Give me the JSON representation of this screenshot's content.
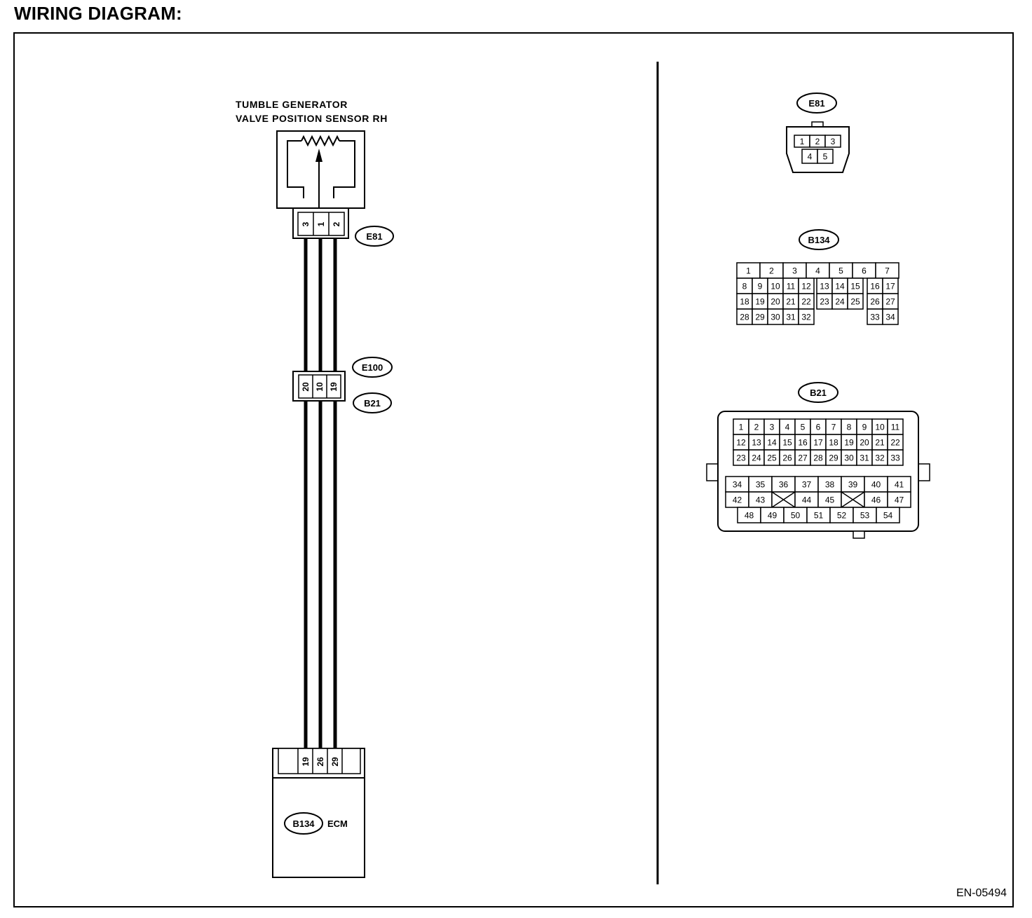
{
  "title": "WIRING DIAGRAM:",
  "figure_id": "EN-05494",
  "sensor": {
    "label_line1": "TUMBLE GENERATOR",
    "label_line2": "VALVE POSITION SENSOR RH",
    "connector": "E81",
    "pins": [
      "3",
      "1",
      "2"
    ]
  },
  "junction": {
    "connector_top": "E100",
    "connector_bottom": "B21",
    "pins": [
      "20",
      "10",
      "19"
    ]
  },
  "ecm": {
    "connector": "B134",
    "label": "ECM",
    "pins": [
      "19",
      "26",
      "29"
    ]
  },
  "e81_face": {
    "tag": "E81",
    "row1": [
      "1",
      "2",
      "3"
    ],
    "row2": [
      "4",
      "5"
    ]
  },
  "b134_face": {
    "tag": "B134",
    "row1": [
      "1",
      "2",
      "3",
      "4",
      "5",
      "6",
      "7"
    ],
    "row2": [
      "8",
      "9",
      "10",
      "11",
      "12",
      "13",
      "14",
      "15",
      "16",
      "17"
    ],
    "row3": [
      "18",
      "19",
      "20",
      "21",
      "22",
      "23",
      "24",
      "25",
      "26",
      "27"
    ],
    "row4": [
      "28",
      "29",
      "30",
      "31",
      "32",
      "33",
      "34"
    ]
  },
  "b21_face": {
    "tag": "B21",
    "row1": [
      "1",
      "2",
      "3",
      "4",
      "5",
      "6",
      "7",
      "8",
      "9",
      "10",
      "11"
    ],
    "row2": [
      "12",
      "13",
      "14",
      "15",
      "16",
      "17",
      "18",
      "19",
      "20",
      "21",
      "22"
    ],
    "row3": [
      "23",
      "24",
      "25",
      "26",
      "27",
      "28",
      "29",
      "30",
      "31",
      "32",
      "33"
    ],
    "row4": [
      "34",
      "35",
      "36",
      "37",
      "38",
      "39",
      "40",
      "41"
    ],
    "row5": [
      "42",
      "43",
      "44",
      "45",
      "46",
      "47"
    ],
    "row6": [
      "48",
      "49",
      "50",
      "51",
      "52",
      "53",
      "54"
    ]
  }
}
